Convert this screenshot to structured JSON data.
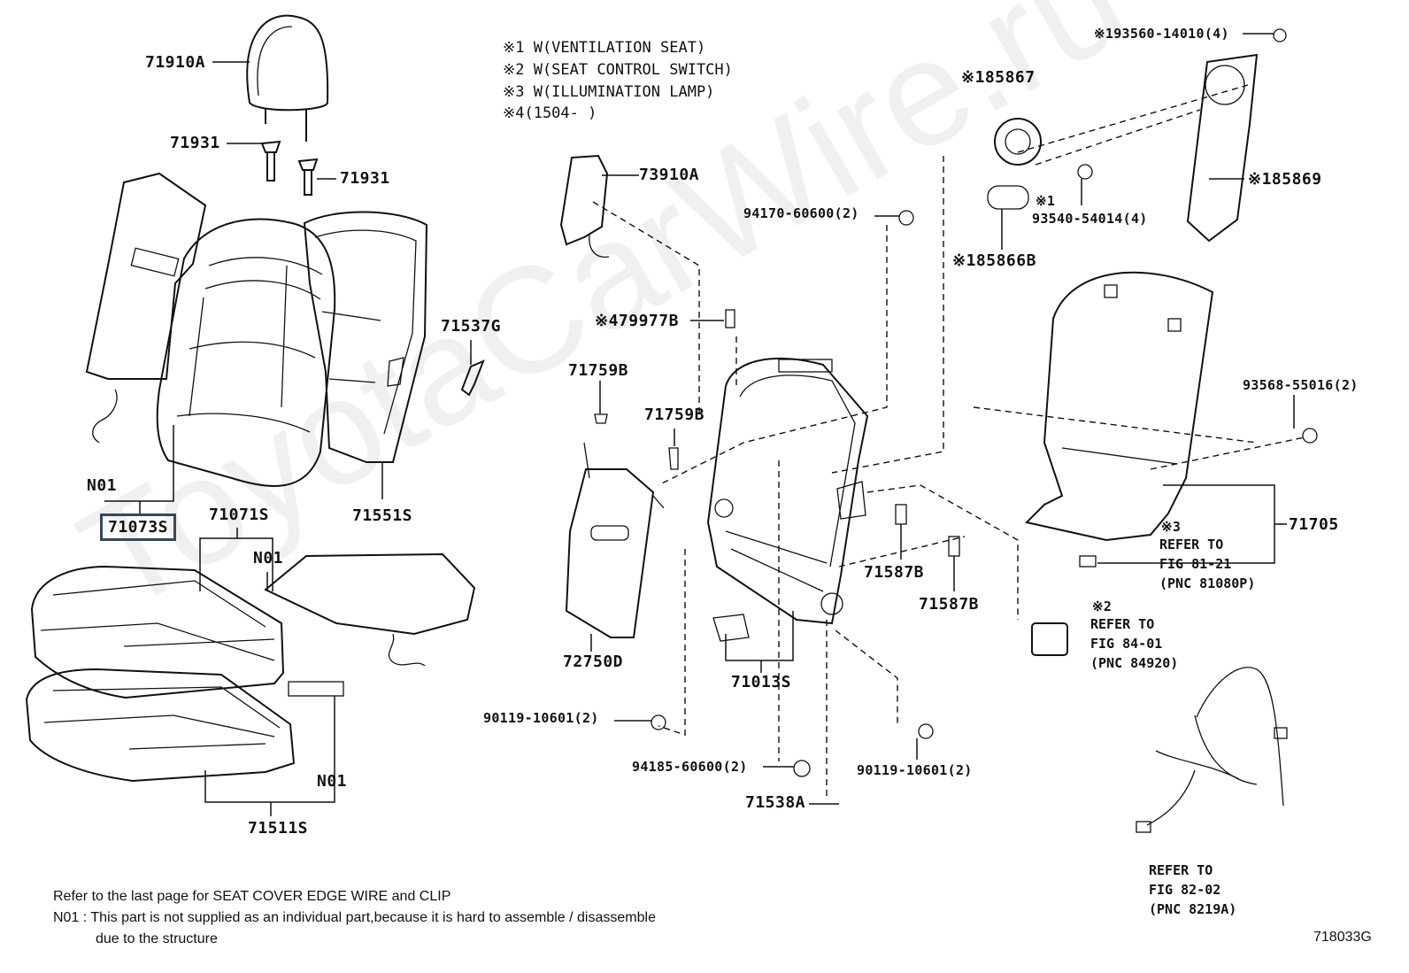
{
  "watermark": "ToyotaCarWire.ru",
  "notes": [
    "※1  W(VENTILATION  SEAT)",
    "※2  W(SEAT  CONTROL  SWITCH)",
    "※3  W(ILLUMINATION  LAMP)",
    "※4(1504-      )"
  ],
  "labels": {
    "l71910A": "71910A",
    "l71931a": "71931",
    "l71931b": "71931",
    "l71073S": "71073S",
    "n01a": "N01",
    "l71071S": "71071S",
    "n01b": "N01",
    "l71551S": "71551S",
    "l71537G": "71537G",
    "n01c": "N01",
    "l71511S": "71511S",
    "l73910A": "73910A",
    "l479977B": "※479977B",
    "l71759Ba": "71759B",
    "l71759Bb": "71759B",
    "l72750D": "72750D",
    "l71013S": "71013S",
    "l90119a": "90119-10601(2)",
    "l94185": "94185-60600(2)",
    "l90119b": "90119-10601(2)",
    "l71538A": "71538A",
    "l71587Ba": "71587B",
    "l71587Bb": "71587B",
    "l94170": "94170-60600(2)",
    "l185867": "※185867",
    "l185866B": "※185866B",
    "l193560": "※193560-14010(4)",
    "l185869": "※185869",
    "l93540": "93540-54014(4)",
    "s1": "※1",
    "l93568": "93568-55016(2)",
    "l71705": "71705",
    "s3": "※3",
    "s2": "※2"
  },
  "refs": {
    "ref1": [
      "REFER TO",
      "FIG 81-21",
      "(PNC 81080P)"
    ],
    "ref2": [
      "REFER TO",
      "FIG 84-01",
      "(PNC 84920)"
    ],
    "ref3": [
      "REFER TO",
      "FIG 82-02",
      "(PNC 8219A)"
    ]
  },
  "footer": {
    "line1": "Refer to the last page for SEAT COVER EDGE WIRE and CLIP",
    "line2": "N01 : This part is not supplied as an individual part,because it is hard to assemble / disassemble",
    "line3": "due to the structure",
    "fig_id": "718033G"
  }
}
